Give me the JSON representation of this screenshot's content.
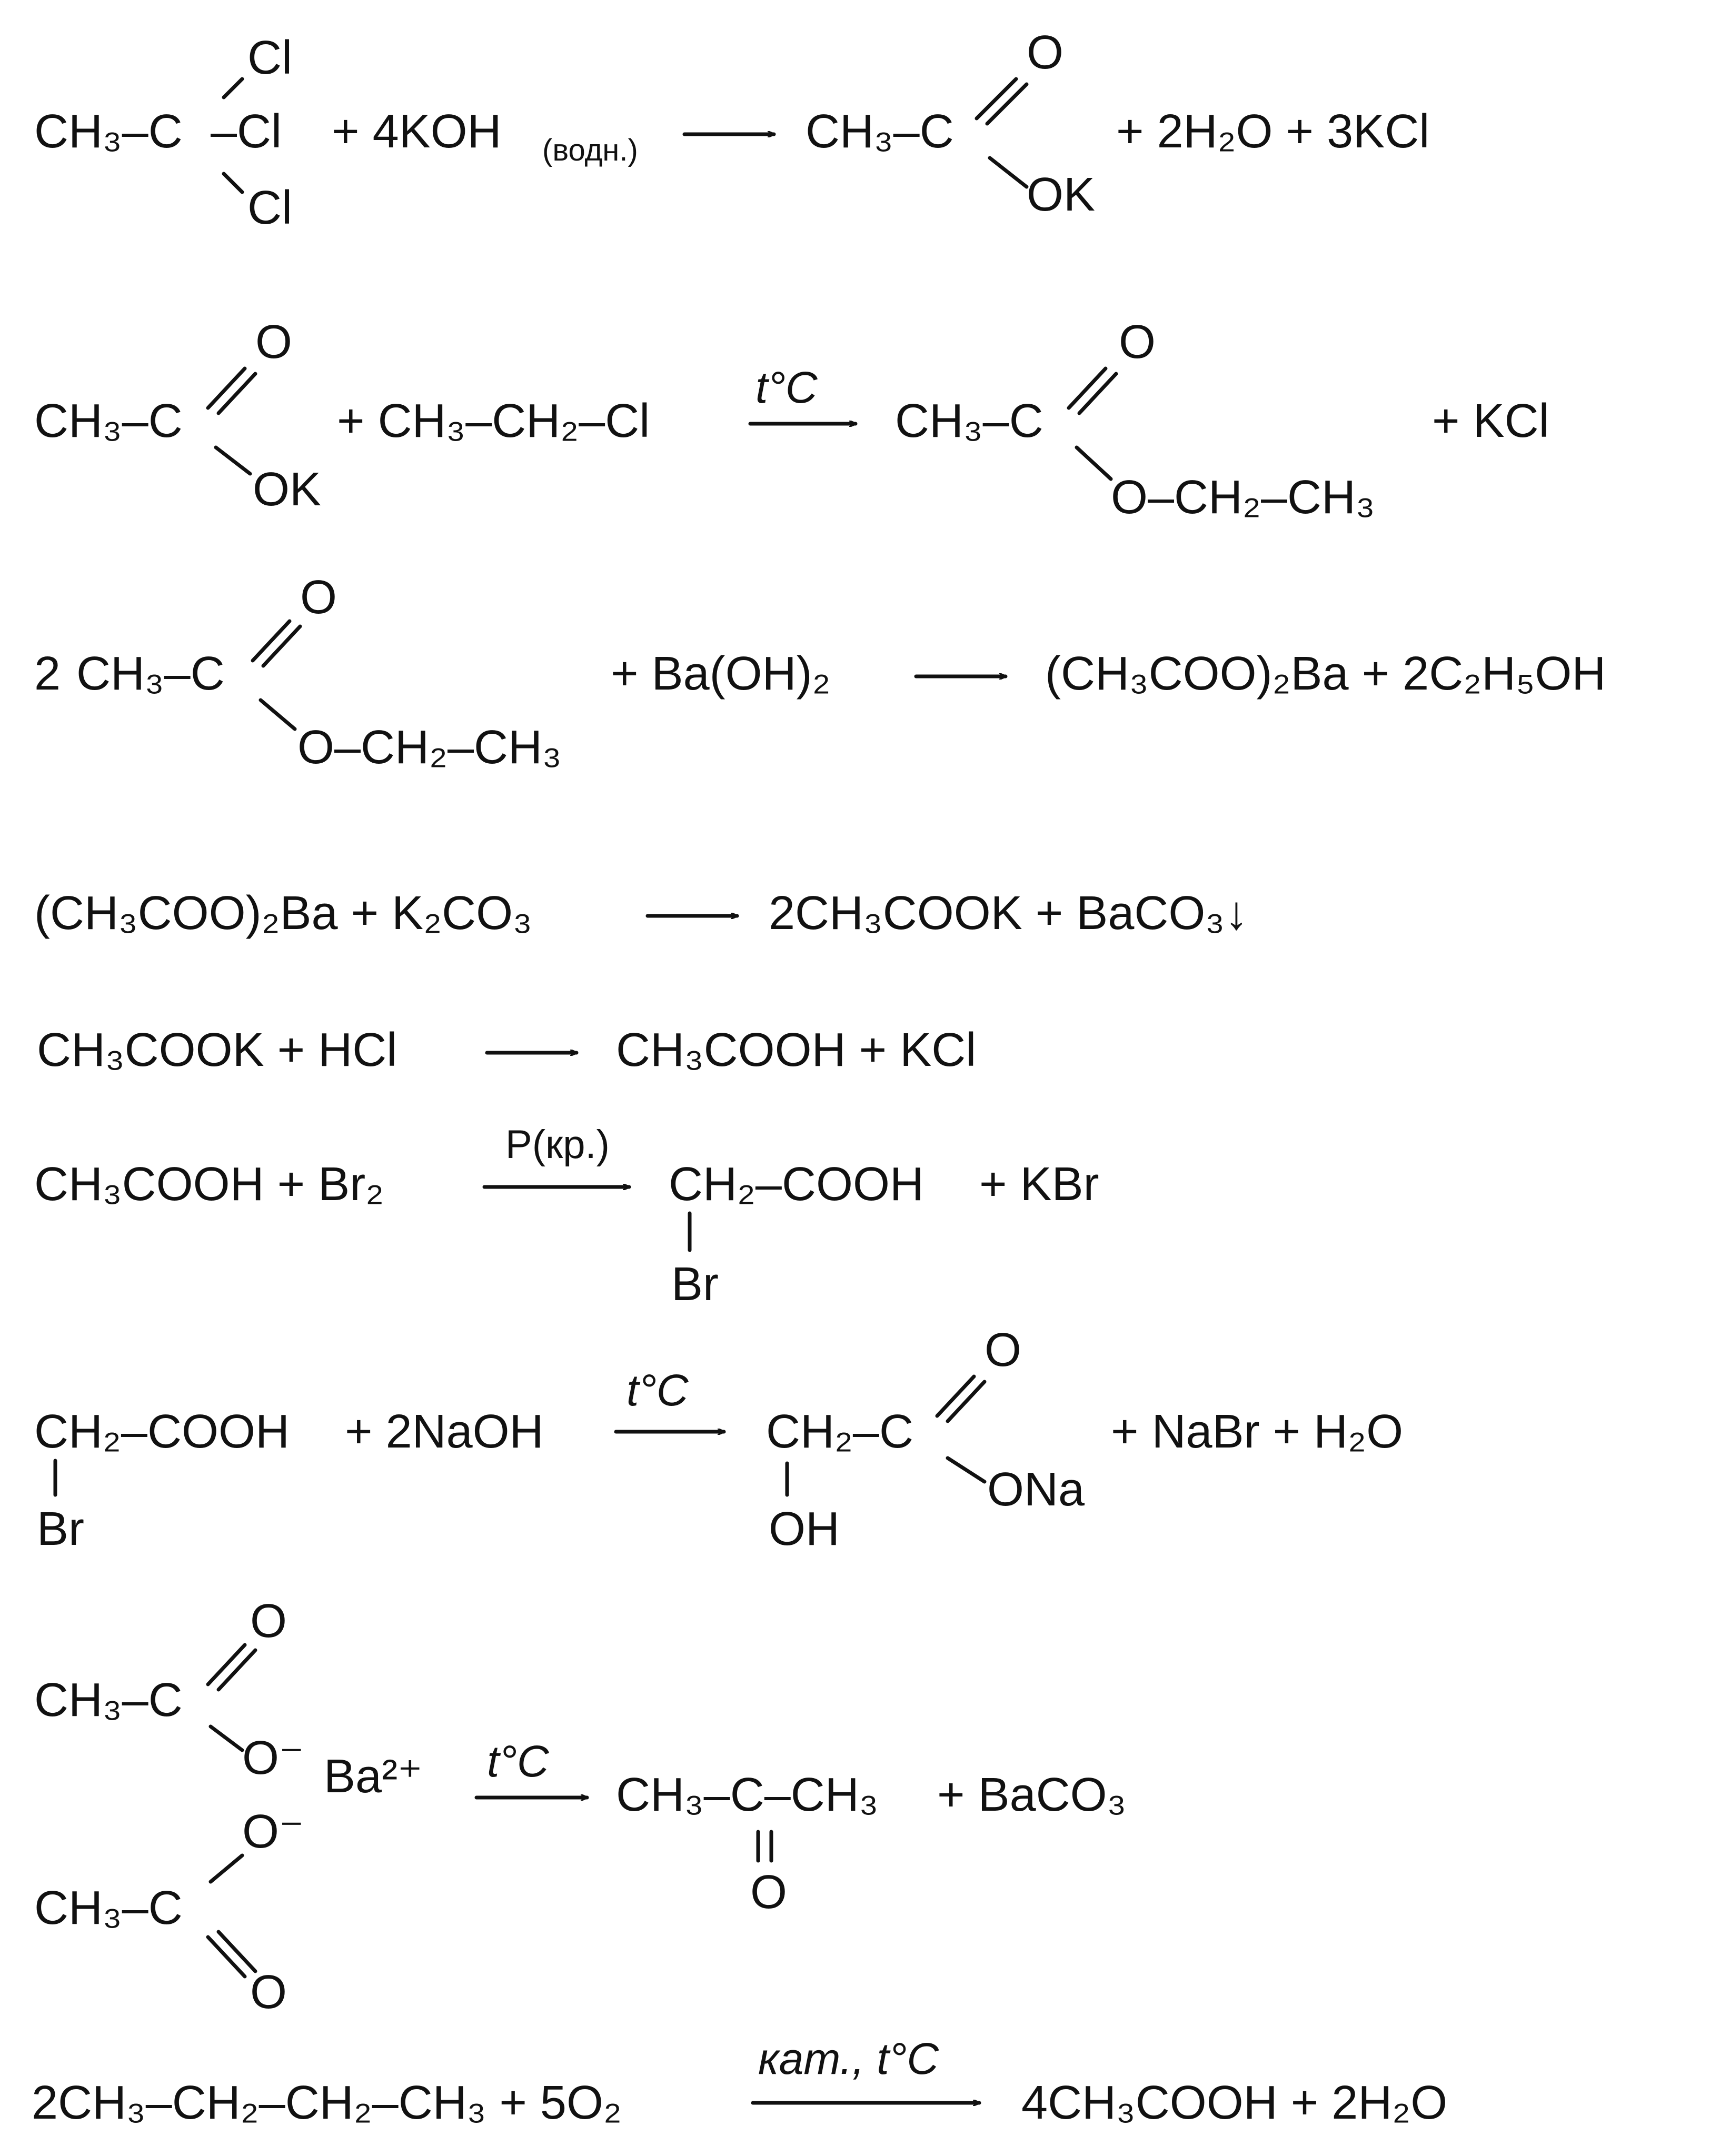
{
  "reactions": [
    {
      "r1": "CH₃–C",
      "r1_cl1": "Cl",
      "r1_cl2": "–Cl",
      "r1_cl3": "Cl",
      "reagent": "+ 4KOH",
      "cond": "(водн.)",
      "p1": "CH₃–C",
      "p1_o": "O",
      "p1_ok": "OK",
      "p2": "+ 2H₂O  + 3KCl"
    },
    {
      "r1": "CH₃–C",
      "r1_o": "O",
      "r1_ok": "OK",
      "reagent": "+ CH₃–CH₂–Cl",
      "cond": "t°C",
      "p1": "CH₃–C",
      "p1_o": "O",
      "p1_or": "O–CH₂–CH₃",
      "p2": "+ KCl"
    },
    {
      "coef": "2",
      "r1": "CH₃–C",
      "r1_o": "O",
      "r1_or": "O–CH₂–CH₃",
      "reagent": "+ Ba(OH)₂",
      "p": "(CH₃COO)₂Ba  + 2C₂H₅OH"
    },
    {
      "lhs": "(CH₃COO)₂Ba  + K₂CO₃",
      "rhs": "2CH₃COOK  + BaCO₃↓"
    },
    {
      "lhs": "CH₃COOK  + HCl",
      "rhs": "CH₃COOH  + KCl"
    },
    {
      "lhs": "CH₃COOH  + Br₂",
      "cond": "P(кр.)",
      "p1": "CH₂–COOH",
      "p1_br": "Br",
      "p2": "+ KBr"
    },
    {
      "r1": "CH₂–COOH",
      "r1_br": "Br",
      "reagent": "+ 2NaOH",
      "cond": "t°C",
      "p1": "CH₂–C",
      "p1_oh": "OH",
      "p1_o": "O",
      "p1_ona": "ONa",
      "p2": "+ NaBr + H₂O"
    },
    {
      "r_top": "CH₃–C",
      "r_top_o": "O",
      "r_top_ominus": "O⁻",
      "ba": "Ba²⁺",
      "r_bot_ominus": "O⁻",
      "r_bot": "CH₃–C",
      "r_bot_o": "O",
      "cond": "t°C",
      "p1": "CH₃–C–CH₃",
      "p1_o": "O",
      "p2": "+ BaCO₃"
    },
    {
      "lhs": "2CH₃–CH₂–CH₂–CH₃  + 5O₂",
      "cond": "кат., t°C",
      "rhs": "4CH₃COOH  + 2H₂O"
    }
  ]
}
